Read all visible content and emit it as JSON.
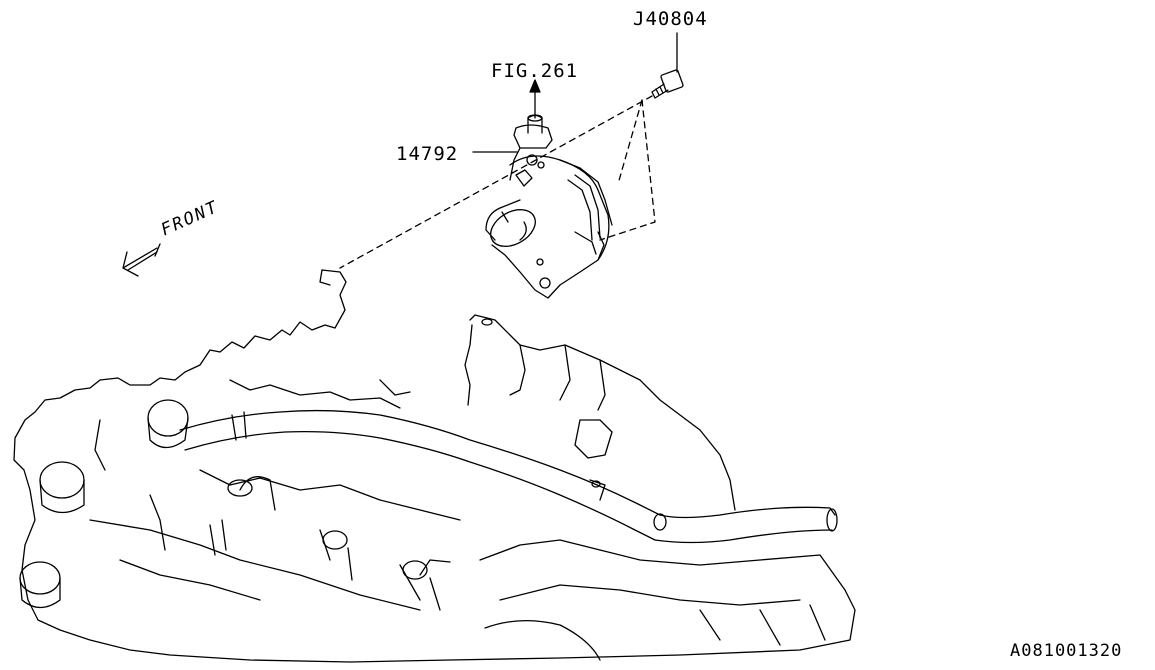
{
  "labels": {
    "bolt_part": "J40804",
    "figure_ref": "FIG.261",
    "pump_part": "14792",
    "front": "FRONT",
    "diagram_code": "A081001320"
  },
  "colors": {
    "line": "#000000",
    "background": "#ffffff"
  }
}
